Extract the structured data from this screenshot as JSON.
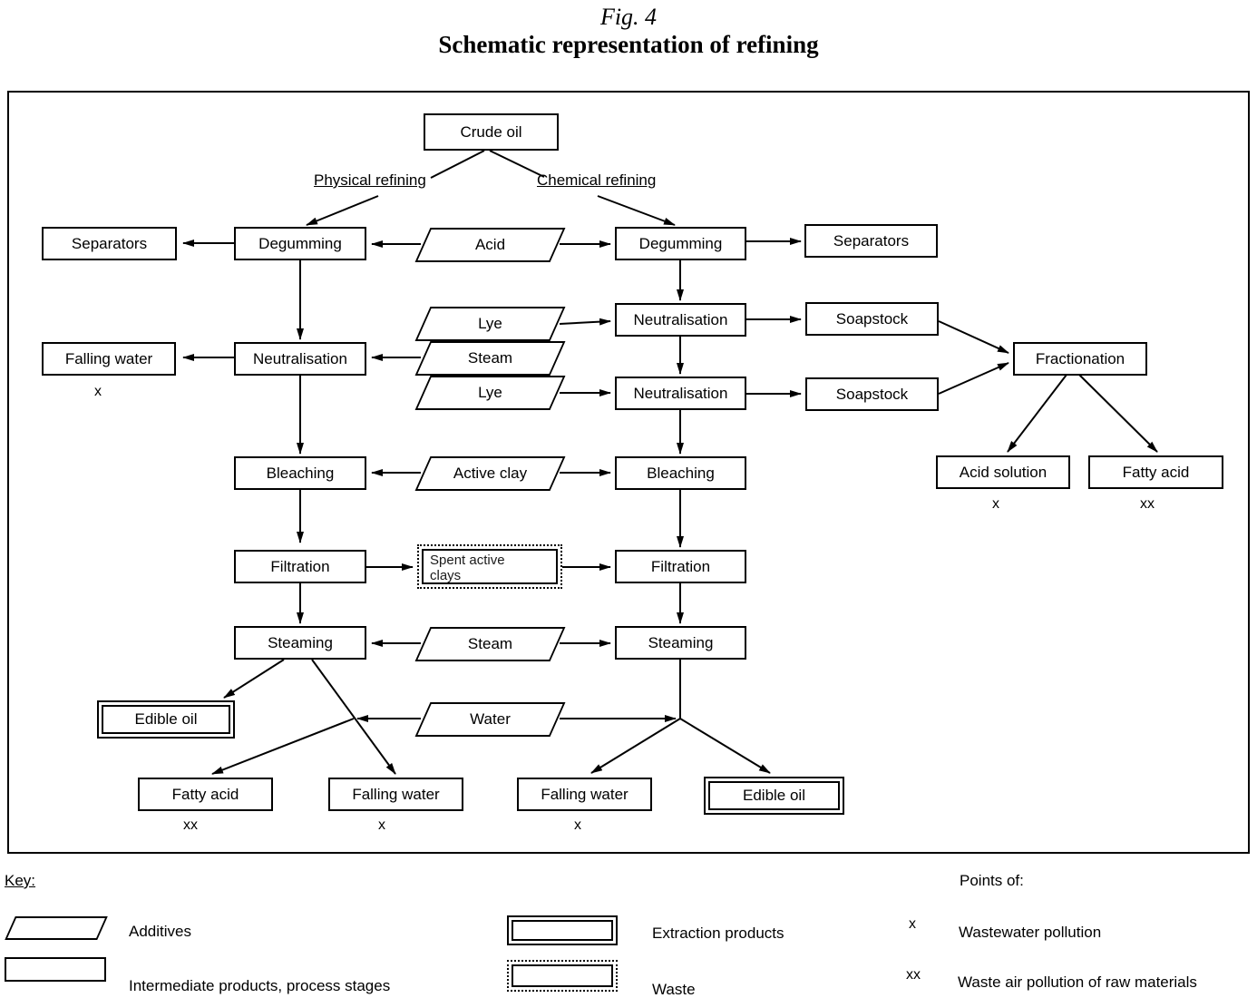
{
  "title": {
    "fig": "Fig. 4",
    "subtitle": "Schematic representation of refining"
  },
  "branches": {
    "physical": "Physical refining",
    "chemical": "Chemical refining"
  },
  "nodes": {
    "crude_oil": "Crude oil",
    "separators_left": "Separators",
    "degumming_left": "Degumming",
    "acid": "Acid",
    "degumming_right": "Degumming",
    "separators_right": "Separators",
    "lye_top": "Lye",
    "neutralisation_right1": "Neutralisation",
    "soapstock_1": "Soapstock",
    "falling_water_left": "Falling water",
    "neutralisation_left": "Neutralisation",
    "steam_top": "Steam",
    "lye_bottom": "Lye",
    "neutralisation_right2": "Neutralisation",
    "soapstock_2": "Soapstock",
    "fractionation": "Fractionation",
    "bleaching_left": "Bleaching",
    "active_clay": "Active clay",
    "bleaching_right": "Bleaching",
    "acid_solution": "Acid solution",
    "fatty_acid_right": "Fatty acid",
    "filtration_left": "Filtration",
    "spent_active_clays": "Spent active clays",
    "filtration_right": "Filtration",
    "steaming_left": "Steaming",
    "steam_bottom": "Steam",
    "steaming_right": "Steaming",
    "edible_oil_left": "Edible oil",
    "water": "Water",
    "fatty_acid_bottom": "Fatty acid",
    "falling_water_bottom1": "Falling water",
    "falling_water_bottom2": "Falling water",
    "edible_oil_right": "Edible oil"
  },
  "markers": {
    "x": "x",
    "xx": "xx"
  },
  "key": {
    "title": "Key:",
    "additives": "Additives",
    "intermediate": "Intermediate products, process stages",
    "extraction": "Extraction products",
    "waste": "Waste",
    "points_of": "Points of:",
    "x_label": "Wastewater pollution",
    "xx_label": "Waste air pollution of raw materials"
  },
  "colors": {
    "ink": "#000000",
    "background": "#ffffff"
  }
}
